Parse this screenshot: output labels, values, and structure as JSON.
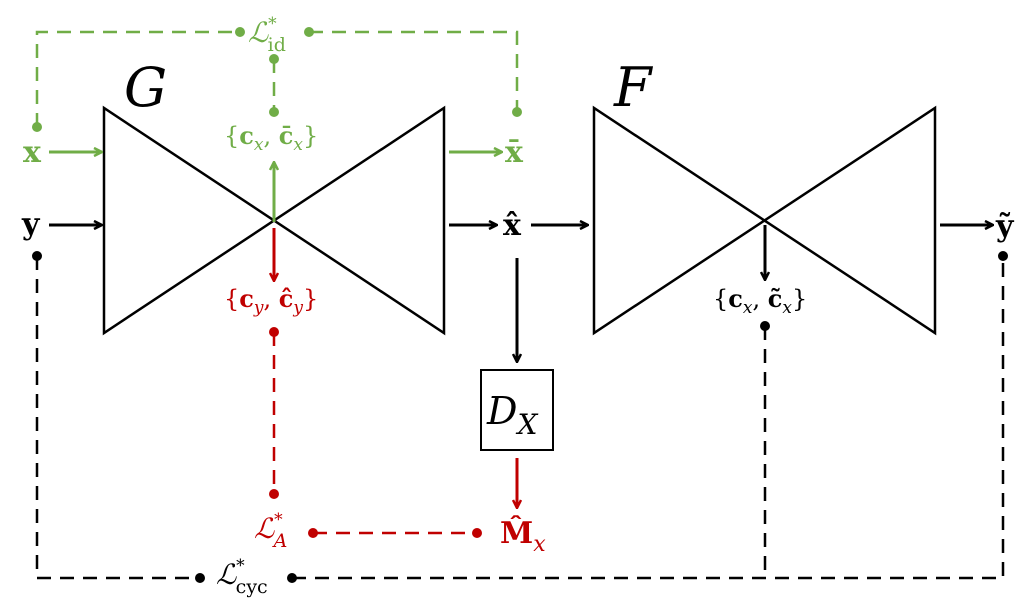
{
  "colors": {
    "green": "#70AD47",
    "red": "#C00000",
    "black": "#000000"
  },
  "networks": {
    "G": "G",
    "F": "F",
    "D": {
      "main": "D",
      "sub": "X"
    }
  },
  "inputs": {
    "x": "x",
    "x_bar": "x̄",
    "y": "y",
    "x_hat": "x̂",
    "y_tilde": "ỹ"
  },
  "codes": {
    "green": {
      "open": "{",
      "c1": "c",
      "s1": "x",
      "comma": ", ",
      "c2": "c̄",
      "s2": "x",
      "close": "}"
    },
    "red": {
      "open": "{",
      "c1": "c",
      "s1": "y",
      "comma": ", ",
      "c2": "ĉ",
      "s2": "y",
      "close": "}"
    },
    "black": {
      "open": "{",
      "c1": "c",
      "s1": "x",
      "comma": ", ",
      "c2": "c̃",
      "s2": "x",
      "close": "}"
    }
  },
  "losses": {
    "id": {
      "symbol": "ℒ",
      "sup": "*",
      "sub": "id"
    },
    "A": {
      "symbol": "ℒ",
      "sup": "*",
      "sub": "A"
    },
    "cyc": {
      "symbol": "ℒ",
      "sup": "*",
      "sub": "cyc"
    }
  },
  "mask": {
    "main": "M̂",
    "sub": "x"
  }
}
